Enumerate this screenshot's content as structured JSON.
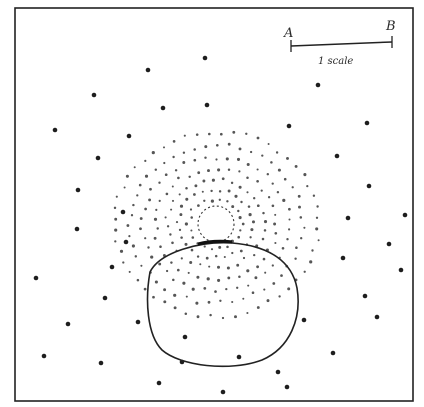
{
  "scale_bar": {
    "left_label": "A",
    "right_label": "B",
    "caption": "1 scale"
  },
  "colors": {
    "ink": "#1e1e1e",
    "paper": "#ffffff",
    "frame": "#222222"
  }
}
